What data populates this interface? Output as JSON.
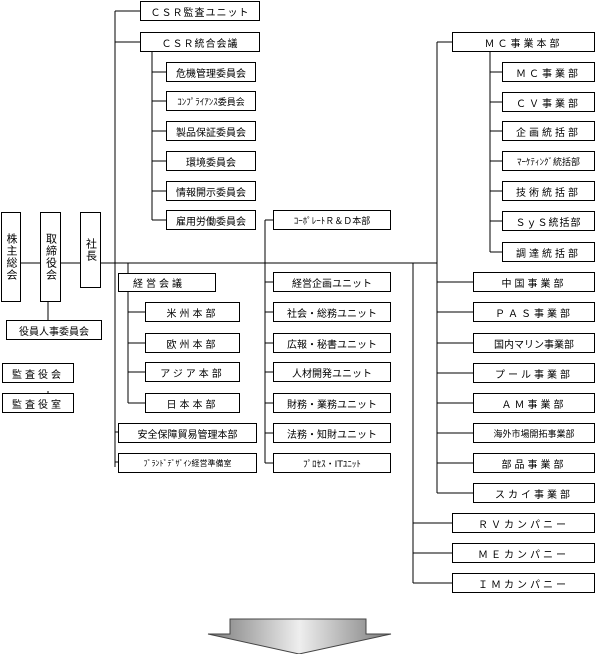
{
  "stakeholders": "株主総会",
  "board": "取締役会",
  "president": "社長",
  "executive_personnel_committee": "役員人事委員会",
  "auditors_board": "監査役会",
  "auditors_office": "監査役室",
  "csr_audit_unit": "ＣＳＲ監査ユニット",
  "csr_council": {
    "label": "ＣＳＲ統合会議",
    "committees": [
      "危機管理委員会",
      "ｺﾝﾌﾟﾗｲｱﾝｽ委員会",
      "製品保証委員会",
      "環境委員会",
      "情報開示委員会",
      "雇用労働委員会"
    ]
  },
  "management_council": {
    "label": "経営会議",
    "regions": [
      "米州本部",
      "欧州本部",
      "アジア本部",
      "日本本部"
    ]
  },
  "security_trade_hq": "安全保障貿易管理本部",
  "brand_design_office": "ﾌﾞﾗﾝﾄﾞﾃﾞｻﾞｲﾝ経営準備室",
  "corporate_rd_hq": "ｺｰﾎﾟﾚｰﾄＲ＆Ｄ本部",
  "corporate_units": [
    "経営企画ユニット",
    "社会・総務ユニット",
    "広報・秘書ユニット",
    "人材開発ユニット",
    "財務・業務ユニット",
    "法務・知財ユニット",
    "ﾌﾟﾛｾｽ・ITﾕﾆｯﾄ"
  ],
  "mc_hq": {
    "label": "ＭＣ事業本部",
    "divisions": [
      "ＭＣ事業部",
      "ＣＶ事業部",
      "企画統括部",
      "ﾏｰｹﾃｨﾝｸﾞ統括部",
      "技術統括部",
      "ＳｙＳ統括部",
      "調達統括部"
    ]
  },
  "business_divisions": [
    "中国事業部",
    "ＰＡＳ事業部",
    "国内マリン事業部",
    "プール事業部",
    "ＡＭ事業部",
    "海外市場開拓事業部",
    "部品事業部",
    "スカイ事業部"
  ],
  "companies": [
    "ＲＶカンパニー",
    "ＭＥカンパニー",
    "ＩＭカンパニー"
  ]
}
